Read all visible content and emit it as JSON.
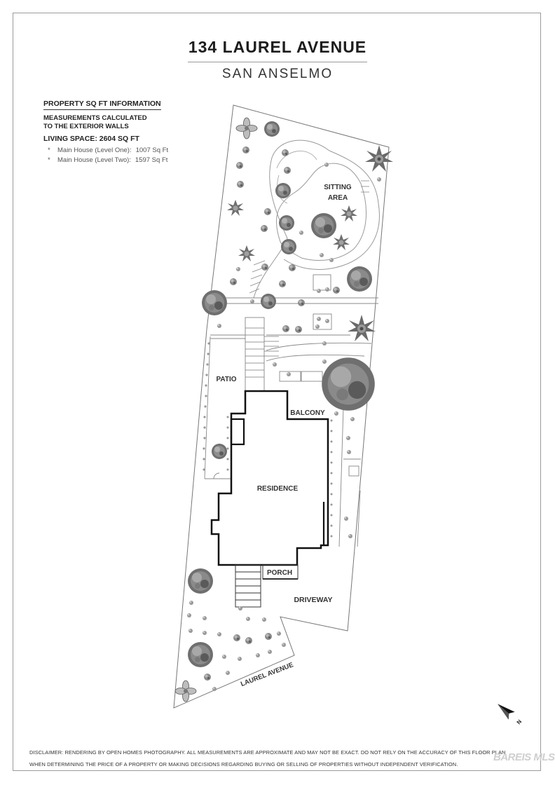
{
  "header": {
    "title": "134 LAUREL AVENUE",
    "subtitle": "SAN ANSELMO"
  },
  "info": {
    "heading": "PROPERTY SQ FT INFORMATION",
    "measure_line1": "MEASUREMENTS CALCULATED",
    "measure_line2": "TO THE EXTERIOR WALLS",
    "living_space": "LIVING SPACE: 2604 SQ FT",
    "items": [
      {
        "bullet": "*",
        "label": "Main House (Level One):",
        "value": "1007 Sq Ft"
      },
      {
        "bullet": "*",
        "label": "Main House (Level Two):",
        "value": "1597 Sq Ft"
      }
    ]
  },
  "plan": {
    "labels": {
      "sitting_1": "SITTING",
      "sitting_2": "AREA",
      "patio": "PATIO",
      "balcony": "BALCONY",
      "residence": "RESIDENCE",
      "porch": "PORCH",
      "driveway": "DRIVEWAY",
      "street": "LAUREL AVENUE"
    },
    "compass_letter": "N"
  },
  "disclaimer": {
    "line1": "DISCLAIMER: RENDERING BY OPEN HOMES PHOTOGRAPHY. ALL MEASUREMENTS ARE APPROXIMATE AND MAY NOT BE EXACT. DO NOT RELY ON THE ACCURACY OF THIS FLOOR PLAN",
    "line2": "WHEN DETERMINING THE PRICE OF A PROPERTY OR MAKING DECISIONS REGARDING BUYING OR SELLING OF PROPERTIES WITHOUT INDEPENDENT VERIFICATION."
  },
  "watermark": "BAREIS MLS"
}
